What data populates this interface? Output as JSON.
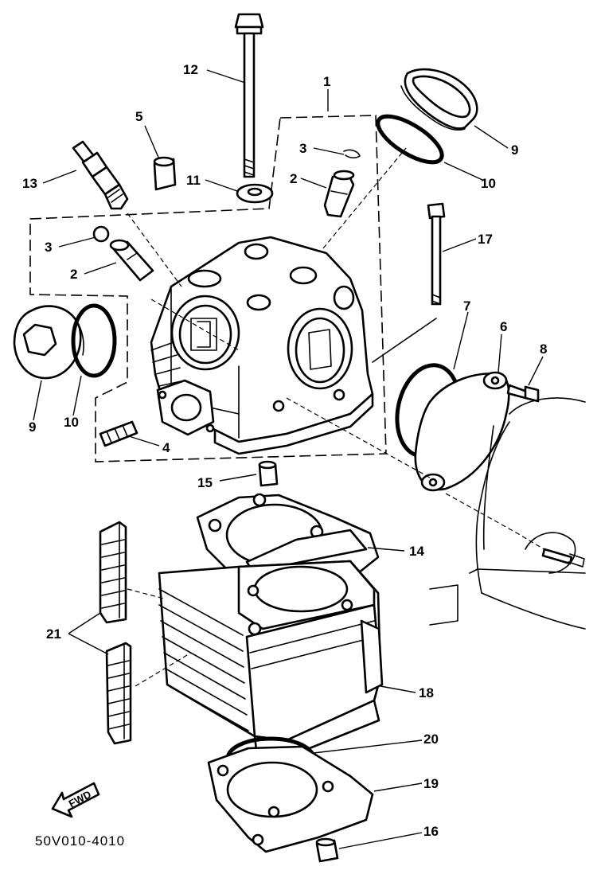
{
  "diagram_code": "50V010-4010",
  "direction_label": "FWD",
  "callouts": [
    {
      "id": "1",
      "label": "1"
    },
    {
      "id": "2a",
      "label": "2"
    },
    {
      "id": "2b",
      "label": "2"
    },
    {
      "id": "3a",
      "label": "3"
    },
    {
      "id": "3b",
      "label": "3"
    },
    {
      "id": "4",
      "label": "4"
    },
    {
      "id": "5",
      "label": "5"
    },
    {
      "id": "6",
      "label": "6"
    },
    {
      "id": "7",
      "label": "7"
    },
    {
      "id": "8",
      "label": "8"
    },
    {
      "id": "9a",
      "label": "9"
    },
    {
      "id": "9b",
      "label": "9"
    },
    {
      "id": "10a",
      "label": "10"
    },
    {
      "id": "10b",
      "label": "10"
    },
    {
      "id": "11",
      "label": "11"
    },
    {
      "id": "12",
      "label": "12"
    },
    {
      "id": "13",
      "label": "13"
    },
    {
      "id": "14",
      "label": "14"
    },
    {
      "id": "15",
      "label": "15"
    },
    {
      "id": "16",
      "label": "16"
    },
    {
      "id": "17",
      "label": "17"
    },
    {
      "id": "18",
      "label": "18"
    },
    {
      "id": "19",
      "label": "19"
    },
    {
      "id": "20",
      "label": "20"
    },
    {
      "id": "21",
      "label": "21"
    }
  ]
}
